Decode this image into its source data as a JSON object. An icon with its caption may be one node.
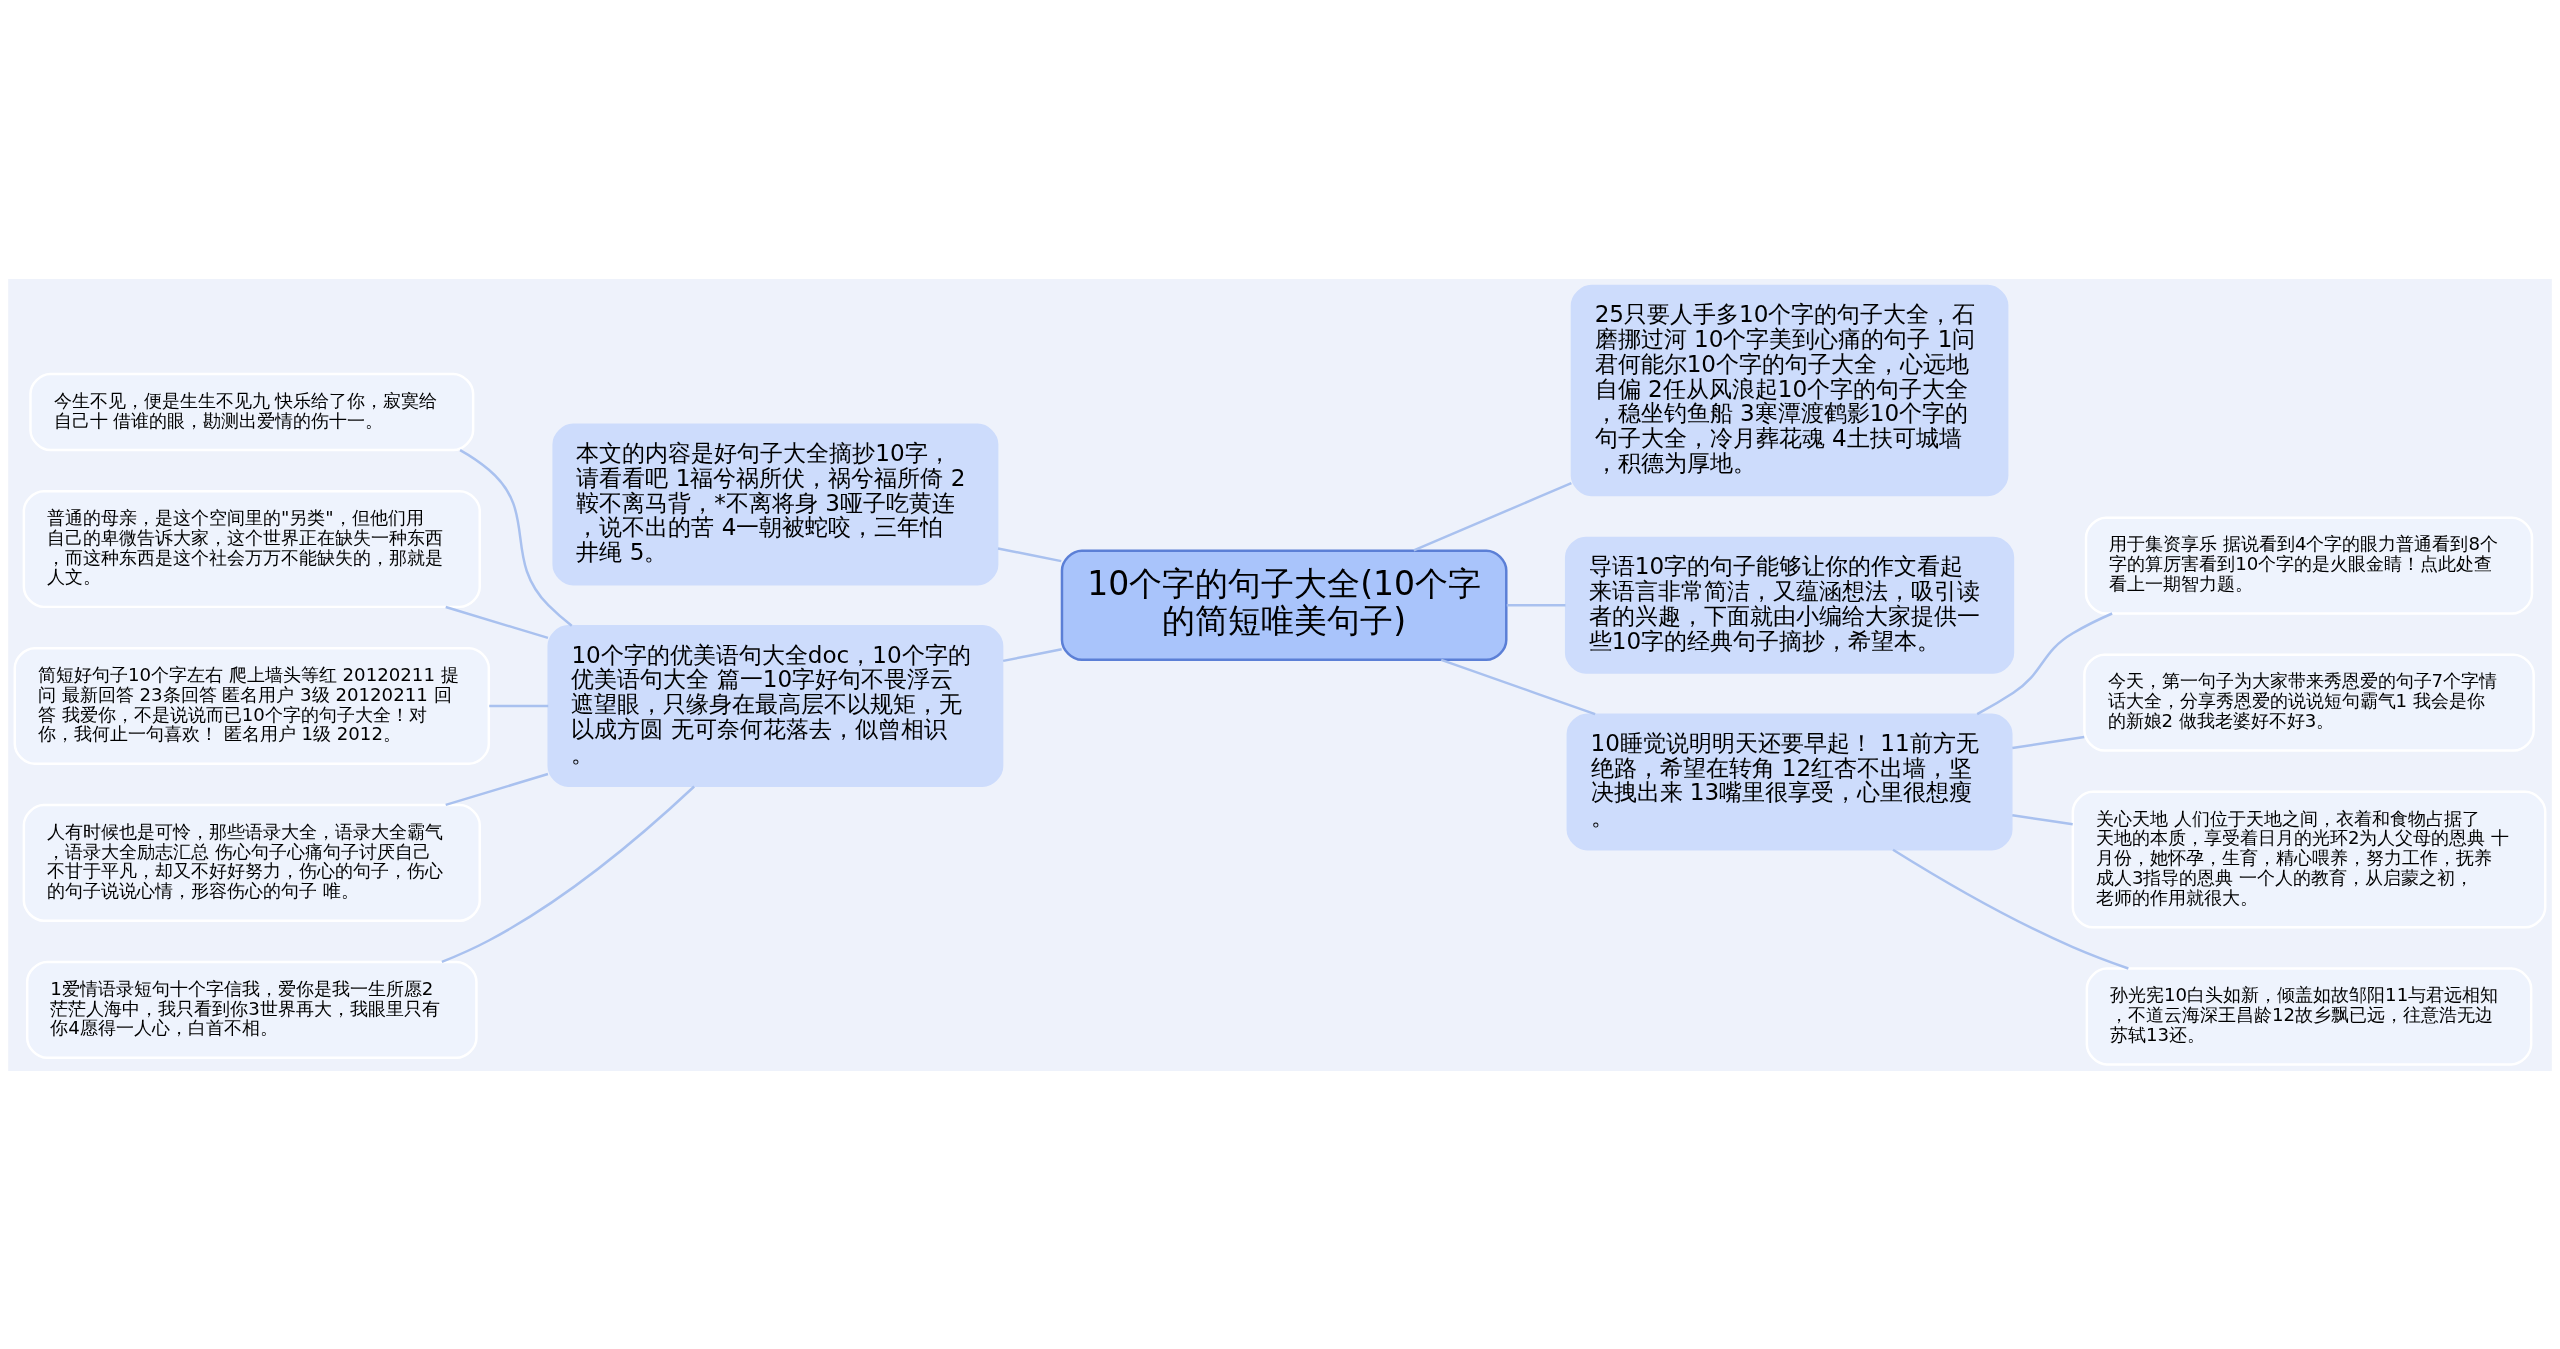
{
  "diagram": {
    "nodes": [
      {
        "text": [
          "10个字的句子大全(10个字的简短唯美句子)"
        ]
      },
      {
        "text": [
          "本文的内容是好句子大全摘抄10字，请看看吧 1福兮祸所伏，祸兮福所倚 2鞍不离马背，*不离将身 3哑子吃黄连，说不出的苦 4一朝被蛇咬，三年怕井绳 5。"
        ]
      },
      {
        "text": [
          "10个字的优美语句大全doc，10个字的优美语句大全 篇一10字好句不畏浮云遮望眼，只缘身在最高层不以规矩，无以成方圆 无可奈何花落去，似曾相识。"
        ]
      },
      {
        "text": [
          "今生不见，便是生生不见九 快乐给了你，寂寞给自己十 借谁的眼，勘测出爱情的伤十一。"
        ]
      },
      {
        "text": [
          "普通的母亲，是这个空间里的\"另类\"，但他们用自己的卑微告诉大家，这个世界正在缺失一种东西，而这种东西是这个社会万万不能缺失的，那就是人文。"
        ]
      },
      {
        "text": [
          "简短好句子10个字左右 爬上墙头等红 20120211 提问 最新回答 23条回答 匿名用户 3级 20120211 回答 我爱你，不是说说而已10个字的句子大全！对你，我何止一句喜欢！ 匿名用户 1级 2012。"
        ]
      },
      {
        "text": [
          "人有时候也是可怜，那些语录大全，语录大全霸气，语录大全励志汇总 伤心句子心痛句子讨厌自己不甘于平凡，却又不好好努力，伤心的句子，伤心的句子说说心情，形容伤心的句子 唯。"
        ]
      },
      {
        "text": [
          "1爱情语录短句十个字信我，爱你是我一生所愿2茫茫人海中，我只看到你3世界再大，我眼里只有你4愿得一人心，白首不相。"
        ]
      },
      {
        "text": [
          "25只要人手多10个字的句子大全，石磨挪过河 10个字美到心痛的句子 1问君何能尔10个字的句子大全，心远地自偏 2任从风浪起10个字的句子大全，稳坐钓鱼船 3寒潭渡鹤影10个字的句子大全，冷月葬花魂 4土扶可城墙，积德为厚地。"
        ]
      },
      {
        "text": [
          "导语10字的句子能够让你的作文看起来语言非常简洁，又蕴涵想法，吸引读者的兴趣，下面就由小编给大家提供一些10字的经典句子摘抄，希望本。"
        ]
      },
      {
        "text": [
          "10睡觉说明明天还要早起！ 11前方无绝路，希望在转角 12红杏不出墙，坚决拽出来 13嘴里很享受，心里很想瘦。"
        ]
      },
      {
        "text": [
          "用于集资享乐 据说看到4个字的眼力普通看到8个字的算厉害看到10个字的是火眼金睛！点此处查看上一期智力题。"
        ]
      },
      {
        "text": [
          "今天，第一句子为大家带来秀恩爱的句子7个字情话大全，分享秀恩爱的说说短句霸气1 我会是你的新娘2 做我老婆好不好3。"
        ]
      },
      {
        "text": [
          "关心天地 人们位于天地之间，衣着和食物占据了天地的本质，享受着日月的光环2为人父母的恩典 十月份，她怀孕，生育，精心喂养，努力工作，抚养成人3指导的恩典 一个人的教育，从启蒙之初，老师的作用就很大。"
        ]
      },
      {
        "text": [
          "孙光宪10白头如新，倾盖如故邹阳11与君远相知，不道云海深王昌龄12故乡飘已远，往意浩无边苏轼13还。"
        ]
      }
    ],
    "edges": [
      {
        "from": 0,
        "to": 1,
        "arrow": "none"
      },
      {
        "from": 0,
        "to": 2,
        "arrow": "none"
      },
      {
        "from": 2,
        "to": 3,
        "arrow": "none"
      },
      {
        "from": 2,
        "to": 4,
        "arrow": "none"
      },
      {
        "from": 2,
        "to": 5,
        "arrow": "none"
      },
      {
        "from": 2,
        "to": 6,
        "arrow": "none"
      },
      {
        "from": 2,
        "to": 7,
        "arrow": "none"
      },
      {
        "from": 0,
        "to": 8,
        "arrow": "none"
      },
      {
        "from": 0,
        "to": 9,
        "arrow": "none"
      },
      {
        "from": 0,
        "to": 10,
        "arrow": "none"
      },
      {
        "from": 10,
        "to": 11,
        "arrow": "none"
      },
      {
        "from": 10,
        "to": 12,
        "arrow": "none"
      },
      {
        "from": 10,
        "to": 13,
        "arrow": "none"
      },
      {
        "from": 10,
        "to": 14,
        "arrow": "none"
      }
    ]
  }
}
